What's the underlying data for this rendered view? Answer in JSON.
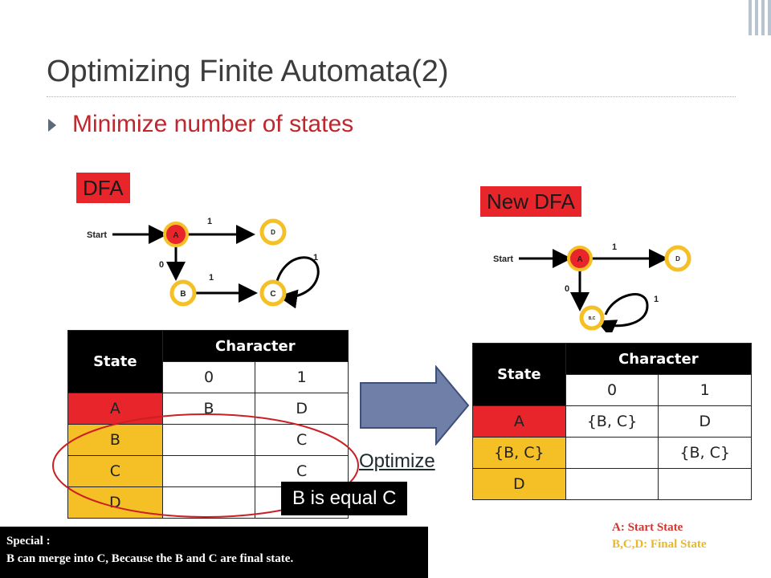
{
  "slide": {
    "title": "Optimizing Finite Automata(2)",
    "bullet": "Minimize number of states"
  },
  "labels": {
    "dfa": "DFA",
    "new_dfa": "New DFA",
    "optimize": "Optimize",
    "equal_note": "B is equal C"
  },
  "dfa_graph": {
    "start_label": "Start",
    "states": [
      "A",
      "B",
      "C",
      "D"
    ],
    "edges": [
      {
        "from": "A",
        "to": "D",
        "label": "1"
      },
      {
        "from": "A",
        "to": "B",
        "label": "0"
      },
      {
        "from": "B",
        "to": "C",
        "label": "1"
      },
      {
        "from": "C",
        "to": "C",
        "label": "1"
      }
    ]
  },
  "new_dfa_graph": {
    "start_label": "Start",
    "states": [
      "A",
      "B,C",
      "D"
    ],
    "edges": [
      {
        "from": "A",
        "to": "D",
        "label": "1"
      },
      {
        "from": "A",
        "to": "B,C",
        "label": "0"
      },
      {
        "from": "B,C",
        "to": "B,C",
        "label": "1"
      }
    ]
  },
  "table_dfa": {
    "state_header": "State",
    "char_header": "Character",
    "cols": [
      "0",
      "1"
    ],
    "rows": [
      {
        "state": "A",
        "c0": "B",
        "c1": "D"
      },
      {
        "state": "B",
        "c0": "",
        "c1": "C"
      },
      {
        "state": "C",
        "c0": "",
        "c1": "C"
      },
      {
        "state": "D",
        "c0": "",
        "c1": ""
      }
    ]
  },
  "table_new": {
    "state_header": "State",
    "char_header": "Character",
    "cols": [
      "0",
      "1"
    ],
    "rows": [
      {
        "state": "A",
        "c0": "{B, C}",
        "c1": "D"
      },
      {
        "state": "{B, C}",
        "c0": "",
        "c1": "{B, C}"
      },
      {
        "state": "D",
        "c0": "",
        "c1": ""
      }
    ]
  },
  "special": {
    "line1": "Special :",
    "line2": "B can merge into C, Because the B and C are final state."
  },
  "legend": {
    "start": "A: Start State",
    "final": "B,C,D: Final State"
  },
  "colors": {
    "start_state": "#e8252b",
    "final_state": "#f5c026",
    "arrow": "#6f7fa8"
  }
}
